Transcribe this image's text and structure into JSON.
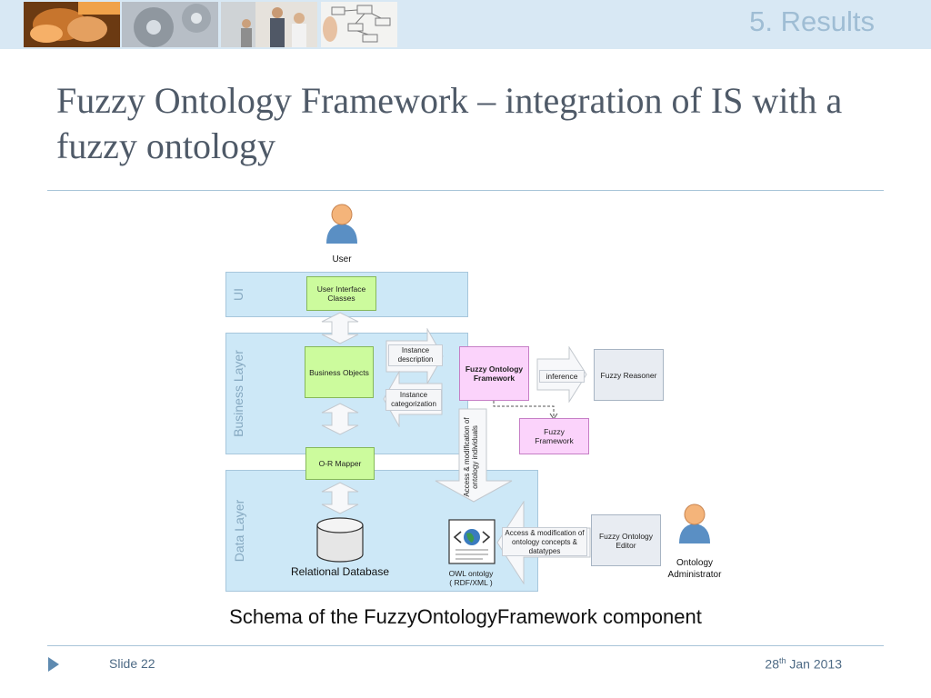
{
  "header": {
    "section": "5. Results",
    "thumbnails": [
      "hands-photo",
      "gears-photo",
      "business-people-photo",
      "flowchart-sketch-photo"
    ]
  },
  "slide": {
    "title": "Fuzzy Ontology Framework – integration of IS with a fuzzy ontology",
    "caption": "Schema of the FuzzyOntologyFramework component"
  },
  "diagram": {
    "user_label": "User",
    "layers": {
      "ui": "UI",
      "business": "Business Layer",
      "data": "Data Layer"
    },
    "boxes": {
      "ui_classes": "User Interface Classes",
      "business_objects": "Business Objects",
      "or_mapper": "O-R Mapper",
      "fuzzy_ontology_framework": "Fuzzy Ontology Framework",
      "fuzzy_reasoner": "Fuzzy Reasoner",
      "fuzzy_framework": "Fuzzy Framework",
      "fuzzy_ontology_editor": "Fuzzy Ontology Editor"
    },
    "arrows": {
      "instance_description": "Instance description",
      "instance_categorization": "Instance categorization",
      "inference": "inference",
      "access_individuals": "Access & modification of ontology individuals",
      "access_concepts": "Access & modification of ontology concepts & datatypes"
    },
    "relational_database": "Relational Database",
    "owl_line1": "OWL  ontolgy",
    "owl_line2": "( RDF/XML )",
    "admin_line1": "Ontology",
    "admin_line2": "Administrator"
  },
  "footer": {
    "slide": "Slide 22",
    "date_day": "28",
    "date_suffix": "th",
    "date_rest": " Jan 2013"
  },
  "colors": {
    "layer_fill": "#cde8f7",
    "green_box": "#ccfb9d",
    "pink_box": "#fbd3fb",
    "title_text": "#4f5a68",
    "header_band": "#d8e8f4"
  }
}
